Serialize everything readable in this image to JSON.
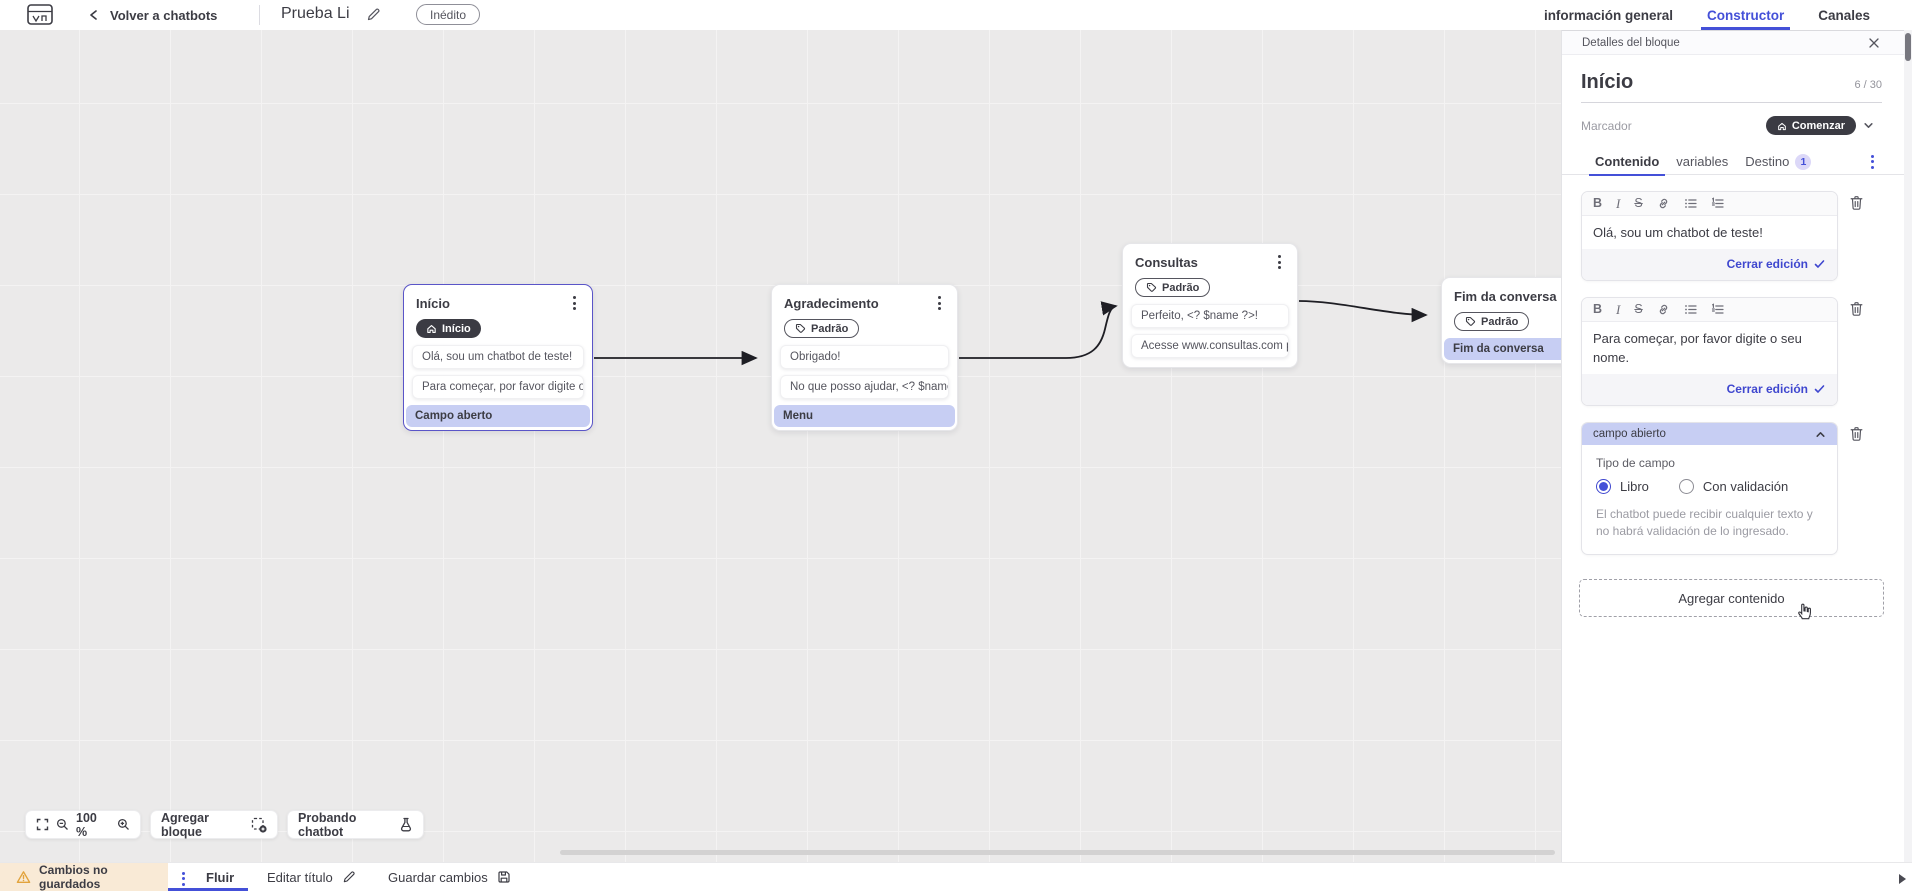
{
  "header": {
    "back_label": "Volver a chatbots",
    "title": "Prueba Li",
    "status": "Inédito",
    "tabs": [
      {
        "label": "información general",
        "active": false
      },
      {
        "label": "Constructor",
        "active": true
      },
      {
        "label": "Canales",
        "active": false
      }
    ]
  },
  "panel": {
    "title": "Detalles del bloque",
    "block_name": "Início",
    "counter": "6 / 30",
    "marker": {
      "label": "Marcador",
      "value": "Comenzar"
    },
    "tabs": {
      "contenido": "Contenido",
      "variables": "variables",
      "destino": "Destino",
      "destino_count": "1"
    },
    "editors": [
      {
        "text": "Olá, sou um chatbot de teste!",
        "close": "Cerrar edición"
      },
      {
        "text": "Para começar, por favor digite o seu nome.",
        "close": "Cerrar edición"
      }
    ],
    "open_field": {
      "title": "campo abierto",
      "type_label": "Tipo de campo",
      "option_free": "Libro",
      "option_validated": "Con validación",
      "selected": "Libro",
      "help": "El chatbot puede recibir cualquier texto y no habrá validación de lo ingresado."
    },
    "add_content": "Agregar contenido"
  },
  "canvas": {
    "blocks": [
      {
        "title": "Início",
        "badge": {
          "label": "Início",
          "style": "dark",
          "icon": "home"
        },
        "selected": true,
        "items": [
          {
            "text": "Olá, sou um chatbot de teste!"
          },
          {
            "text": "Para começar, por favor digite o ..."
          },
          {
            "text": "Campo aberto",
            "highlight": true
          }
        ]
      },
      {
        "title": "Agradecimento",
        "badge": {
          "label": "Padrão",
          "style": "outline",
          "icon": "tag"
        },
        "items": [
          {
            "text": "Obrigado!"
          },
          {
            "text": "No que posso ajudar, <? $name ..."
          },
          {
            "text": "Menu",
            "highlight": true
          }
        ]
      },
      {
        "title": "Consultas",
        "badge": {
          "label": "Padrão",
          "style": "outline",
          "icon": "tag"
        },
        "items": [
          {
            "text": "Perfeito, <? $name ?>!"
          },
          {
            "text": "Acesse www.consultas.com par..."
          }
        ]
      },
      {
        "title": "Fim da conversa",
        "badge": {
          "label": "Padrão",
          "style": "outline",
          "icon": "tag"
        },
        "items": [
          {
            "text": "Fim da conversa",
            "highlight": true
          }
        ]
      }
    ]
  },
  "controls": {
    "zoom_level": "100 %",
    "add_block": "Agregar bloque",
    "test_chatbot": "Probando chatbot"
  },
  "footer": {
    "unsaved": "Cambios no guardados",
    "flow_tab": "Fluir",
    "edit_title": "Editar título",
    "save": "Guardar cambios"
  },
  "colors": {
    "accent": "#4450d8",
    "highlight": "#c7cef3",
    "dark_badge": "#3b3b43",
    "selected_border": "#5a55c8",
    "warning_bg": "#f9ead6",
    "warning_icon": "#e2a33c"
  }
}
